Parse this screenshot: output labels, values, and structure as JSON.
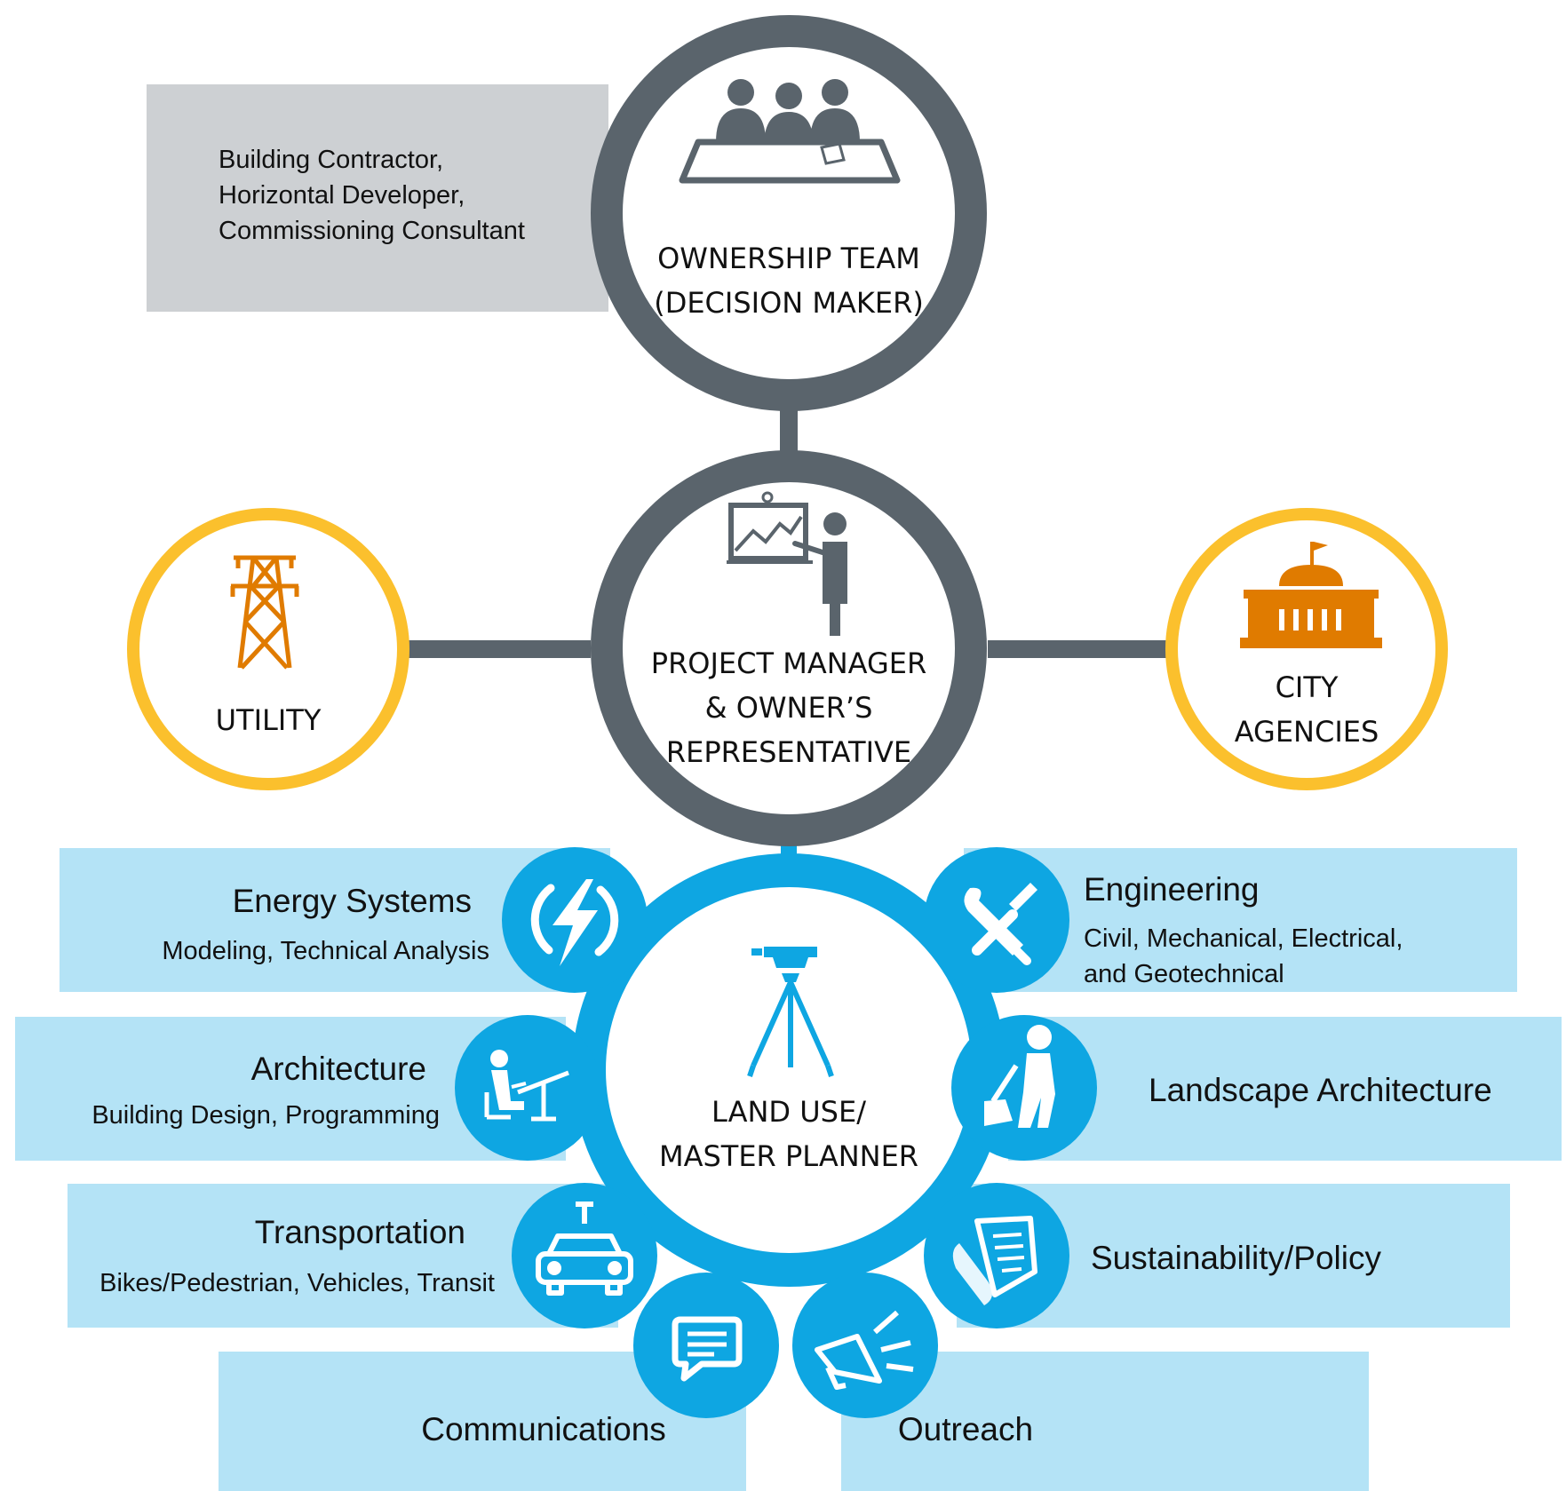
{
  "colors": {
    "dark_gray": "#5a646c",
    "light_gray": "#cdd0d3",
    "yellow": "#fbc02d",
    "orange": "#e07b00",
    "blue": "#0ea6e2",
    "light_blue": "#b4e3f6"
  },
  "ownership": {
    "title_line1": "OWNERSHIP TEAM",
    "title_line2": "(DECISION MAKER)",
    "icon": "team-meeting-icon",
    "members_line1": "Building Contractor,",
    "members_line2": "Horizontal Developer,",
    "members_line3": "Commissioning Consultant"
  },
  "project_manager": {
    "title_line1": "PROJECT MANAGER",
    "title_line2": "& OWNER’S",
    "title_line3": "REPRESENTATIVE",
    "icon": "presentation-icon"
  },
  "utility": {
    "title": "UTILITY",
    "icon": "power-tower-icon"
  },
  "city": {
    "title_line1": "CITY",
    "title_line2": "AGENCIES",
    "icon": "capitol-building-icon"
  },
  "land_use": {
    "title_line1": "LAND USE/",
    "title_line2": "MASTER PLANNER",
    "icon": "surveyor-tripod-icon"
  },
  "disciplines": {
    "energy": {
      "title": "Energy Systems",
      "subtitle": "Modeling, Technical Analysis",
      "icon": "lightning-icon"
    },
    "architecture": {
      "title": "Architecture",
      "subtitle": "Building Design, Programming",
      "icon": "drafting-desk-icon"
    },
    "transportation": {
      "title": "Transportation",
      "subtitle": "Bikes/Pedestrian, Vehicles, Transit",
      "icon": "electric-car-icon"
    },
    "communications": {
      "title": "Communications",
      "icon": "chat-bubble-icon"
    },
    "outreach": {
      "title": "Outreach",
      "icon": "megaphone-icon"
    },
    "engineering": {
      "title": "Engineering",
      "subtitle_line1": "Civil, Mechanical, Electrical,",
      "subtitle_line2": "and Geotechnical",
      "icon": "wrench-screwdriver-icon"
    },
    "landscape": {
      "title": "Landscape Architecture",
      "icon": "worker-shovel-icon"
    },
    "sustainability": {
      "title": "Sustainability/Policy",
      "icon": "document-scroll-icon"
    }
  }
}
